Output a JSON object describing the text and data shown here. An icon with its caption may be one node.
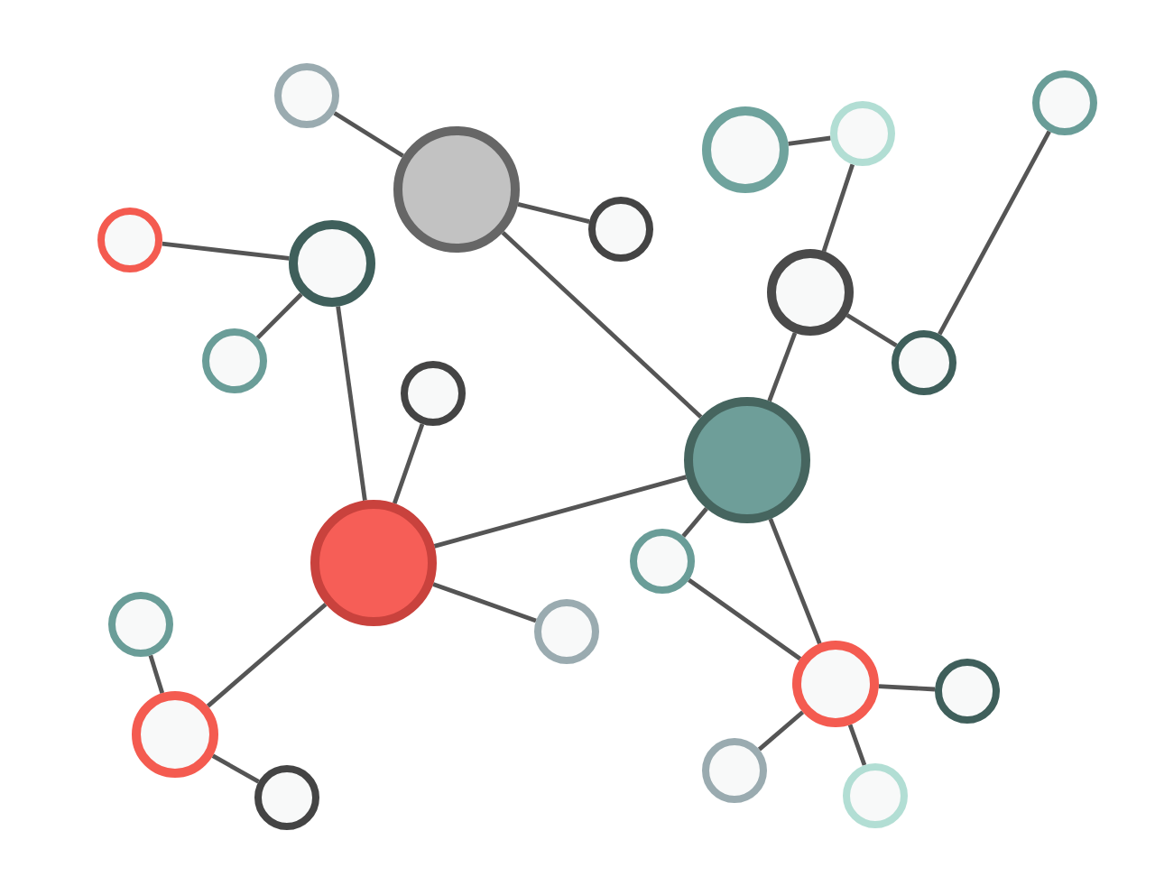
{
  "diagram": {
    "nodes": [
      {
        "text": [],
        "shape": "circle"
      },
      {
        "text": [],
        "shape": "circle"
      },
      {
        "text": [],
        "shape": "circle"
      },
      {
        "text": [],
        "shape": "circle"
      },
      {
        "text": [],
        "shape": "circle"
      },
      {
        "text": [],
        "shape": "circle"
      },
      {
        "text": [],
        "shape": "circle"
      },
      {
        "text": [],
        "shape": "circle"
      },
      {
        "text": [],
        "shape": "circle"
      },
      {
        "text": [],
        "shape": "circle"
      },
      {
        "text": [],
        "shape": "circle"
      },
      {
        "text": [],
        "shape": "circle"
      },
      {
        "text": [],
        "shape": "circle"
      },
      {
        "text": [],
        "shape": "circle"
      },
      {
        "text": [],
        "shape": "circle"
      },
      {
        "text": [],
        "shape": "circle"
      },
      {
        "text": [],
        "shape": "circle"
      },
      {
        "text": [],
        "shape": "circle"
      },
      {
        "text": [],
        "shape": "circle"
      },
      {
        "text": [],
        "shape": "circle"
      },
      {
        "text": [],
        "shape": "circle"
      },
      {
        "text": [],
        "shape": "circle"
      },
      {
        "text": [],
        "shape": "circle"
      }
    ],
    "edges": [
      {
        "from": 0,
        "to": 4,
        "arrow": "none"
      },
      {
        "from": 4,
        "to": 5,
        "arrow": "none"
      },
      {
        "from": 4,
        "to": 12,
        "arrow": "none"
      },
      {
        "from": 3,
        "to": 2,
        "arrow": "none"
      },
      {
        "from": 2,
        "to": 8,
        "arrow": "none"
      },
      {
        "from": 1,
        "to": 10,
        "arrow": "none"
      },
      {
        "from": 6,
        "to": 7,
        "arrow": "none"
      },
      {
        "from": 7,
        "to": 9,
        "arrow": "none"
      },
      {
        "from": 7,
        "to": 13,
        "arrow": "none"
      },
      {
        "from": 8,
        "to": 10,
        "arrow": "none"
      },
      {
        "from": 8,
        "to": 12,
        "arrow": "none"
      },
      {
        "from": 11,
        "to": 13,
        "arrow": "none"
      },
      {
        "from": 13,
        "to": 12,
        "arrow": "none"
      },
      {
        "from": 12,
        "to": 14,
        "arrow": "none"
      },
      {
        "from": 12,
        "to": 17,
        "arrow": "none"
      },
      {
        "from": 13,
        "to": 16,
        "arrow": "none"
      },
      {
        "from": 13,
        "to": 19,
        "arrow": "none"
      },
      {
        "from": 14,
        "to": 17,
        "arrow": "none"
      },
      {
        "from": 15,
        "to": 19,
        "arrow": "none"
      },
      {
        "from": 17,
        "to": 18,
        "arrow": "none"
      },
      {
        "from": 17,
        "to": 20,
        "arrow": "none"
      },
      {
        "from": 17,
        "to": 22,
        "arrow": "none"
      },
      {
        "from": 19,
        "to": 21,
        "arrow": "none"
      }
    ]
  }
}
